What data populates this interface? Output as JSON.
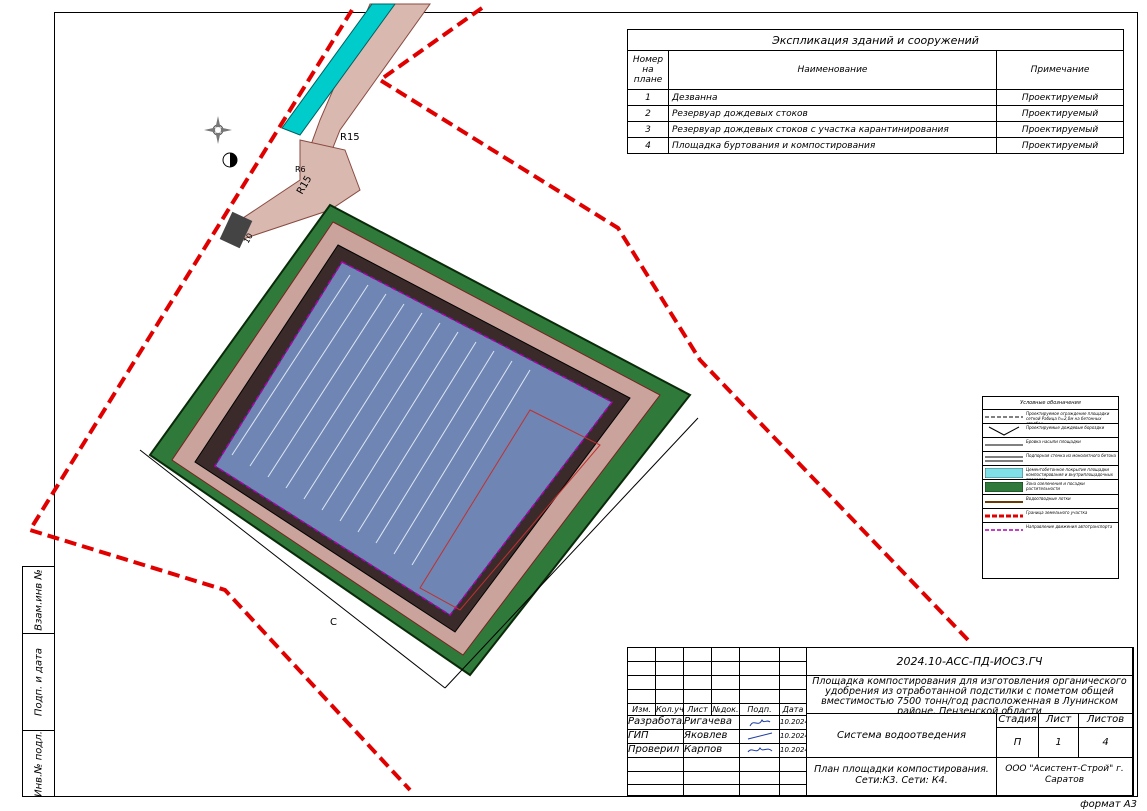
{
  "explication": {
    "title": "Экспликация зданий и сооружений",
    "headers": [
      "Номер на плане",
      "Наименование",
      "Примечание"
    ],
    "rows": [
      {
        "num": "1",
        "name": "Дезванна",
        "note": "Проектируемый"
      },
      {
        "num": "2",
        "name": "Резервуар дождевых стоков",
        "note": "Проектируемый"
      },
      {
        "num": "3",
        "name": "Резервуар дождевых стоков с участка карантинирования",
        "note": "Проектируемый"
      },
      {
        "num": "4",
        "name": "Площадка буртования и компостирования",
        "note": "Проектируемый"
      }
    ]
  },
  "legend": {
    "title": "Условные обозначения",
    "items": [
      "Проектируемое ограждение площадки сеткой Рабица h=2,0м на бетонных столбах",
      "Проектируемые дождевые бороздки",
      "Бровка насыпи площадки",
      "Подпорная стенка из монолитного бетона",
      "Цементобетонное покрытие площадки компостирования и внутриплощадочных проездов",
      "Зона озеленения и посадки растительности",
      "Водоотводные лотки",
      "Граница земельного участка",
      "Направление движения автотранспорта"
    ]
  },
  "plan": {
    "labels": {
      "r15a": "R15",
      "r15b": "R15",
      "r6": "R6",
      "ten": "10",
      "north": "С"
    }
  },
  "titleblock": {
    "code": "2024.10-АСС-ПД-ИОС3.ГЧ",
    "project": "Площадка компостирования для изготовления органического удобрения из отработанной подстилки с пометом общей вместимостью 7500 тонн/год расположенная в Лунинском районе, Пензенской области",
    "hdr": [
      "Изм.",
      "Кол.уч",
      "Лист",
      "№док.",
      "Подп.",
      "Дата"
    ],
    "people": [
      {
        "role": "Разработал",
        "name": "Ригачева",
        "date": "10.2024"
      },
      {
        "role": "ГИП",
        "name": "Яковлев",
        "date": "10.2024"
      },
      {
        "role": "Проверил",
        "name": "Карпов",
        "date": "10.2024"
      }
    ],
    "system": "Система водоотведения",
    "stage_h": "Стадия",
    "sheet_h": "Лист",
    "sheets_h": "Листов",
    "stage": "П",
    "sheet": "1",
    "sheets": "4",
    "plan_title": "План площадки компостирования. Сети:К3. Сети: К4.",
    "org": "ООО \"Асистент-Строй\" г. Саратов"
  },
  "side": {
    "inv_vz": "Взам.инв №",
    "podp": "Подп. и дата",
    "inv": "Инв.№ подл."
  },
  "format": "формат А3",
  "colors": {
    "boundary": "#e00000",
    "pad_blue": "#6f86b4",
    "green_zone": "#2f7a3a",
    "cyan": "#00cccc",
    "road": "#d9b8b0"
  }
}
